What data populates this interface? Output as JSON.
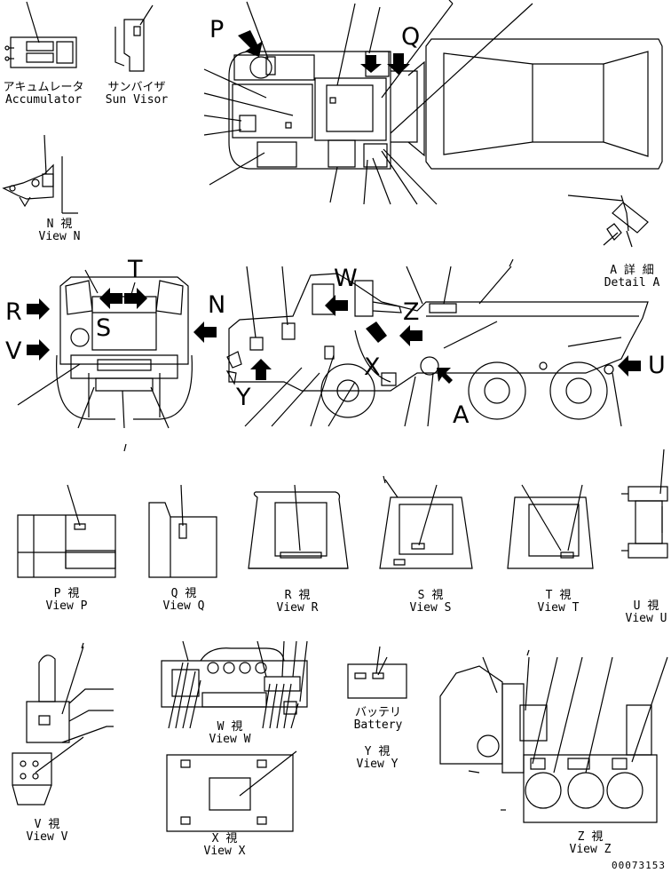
{
  "views": [
    {
      "name": "accumulator",
      "jp": "アキュムレータ",
      "en": "Accumulator"
    },
    {
      "name": "sun-visor",
      "jp": "サンバイザ",
      "en": "Sun Visor"
    },
    {
      "name": "view-n",
      "jp": "N 視",
      "en": "View N"
    },
    {
      "name": "detail-a",
      "jp": "A 詳 細",
      "en": "Detail A"
    },
    {
      "name": "view-p",
      "jp": "P 視",
      "en": "View P"
    },
    {
      "name": "view-q",
      "jp": "Q 視",
      "en": "View Q"
    },
    {
      "name": "view-r",
      "jp": "R 視",
      "en": "View R"
    },
    {
      "name": "view-s",
      "jp": "S 視",
      "en": "View S"
    },
    {
      "name": "view-t",
      "jp": "T 視",
      "en": "View T"
    },
    {
      "name": "view-u",
      "jp": "U 視",
      "en": "View U"
    },
    {
      "name": "view-v",
      "jp": "V 視",
      "en": "View V"
    },
    {
      "name": "view-w",
      "jp": "W 視",
      "en": "View W"
    },
    {
      "name": "battery",
      "jp": "バッテリ",
      "en": "Battery"
    },
    {
      "name": "view-y",
      "jp": "Y 視",
      "en": "View Y"
    },
    {
      "name": "view-x",
      "jp": "X 視",
      "en": "View X"
    },
    {
      "name": "view-z",
      "jp": "Z 視",
      "en": "View Z"
    }
  ],
  "direction_letters": [
    "P",
    "Q",
    "T",
    "R",
    "S",
    "N",
    "V",
    "W",
    "Z",
    "Y",
    "X",
    "A",
    "U"
  ],
  "drawing_number": "00073153"
}
